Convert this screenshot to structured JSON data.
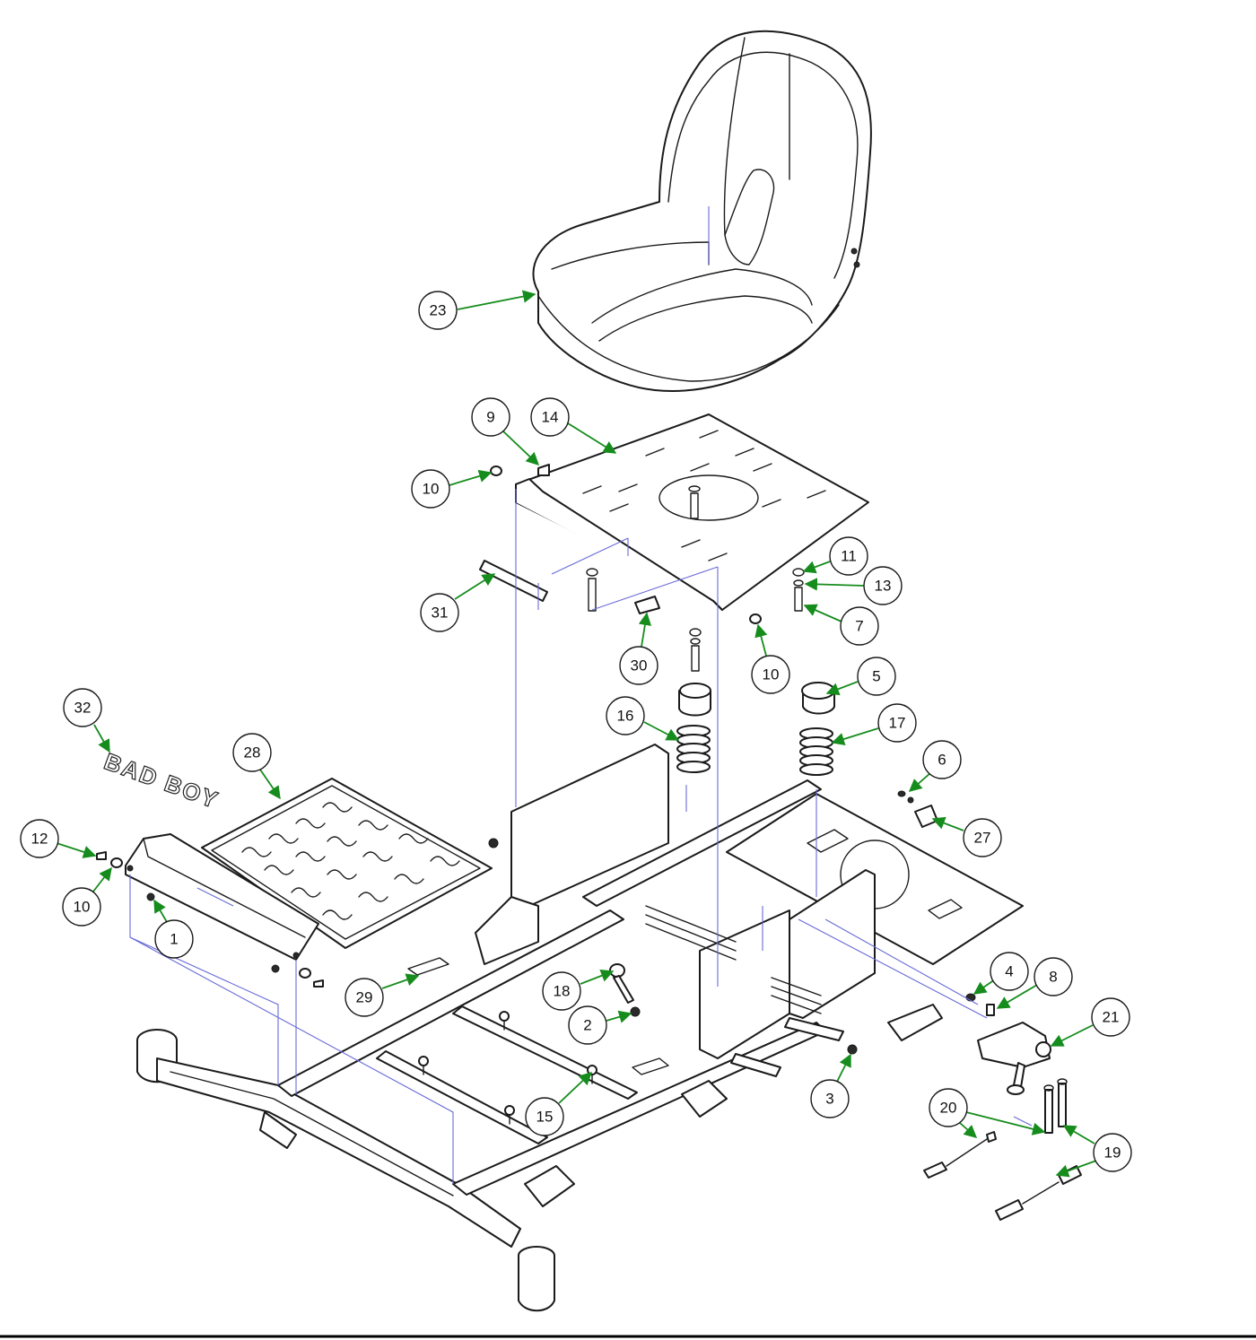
{
  "diagram": {
    "logo_text": "BAD BOY",
    "colors": {
      "leader": "#168c1d",
      "guide": "#6a6ad8",
      "outline": "#1a1a1a",
      "background": "#ffffff"
    },
    "callouts": [
      "23",
      "9",
      "14",
      "10",
      "11",
      "13",
      "7",
      "31",
      "30",
      "10",
      "5",
      "16",
      "17",
      "32",
      "28",
      "6",
      "27",
      "12",
      "10",
      "1",
      "29",
      "18",
      "2",
      "4",
      "8",
      "21",
      "3",
      "15",
      "20",
      "19"
    ]
  }
}
